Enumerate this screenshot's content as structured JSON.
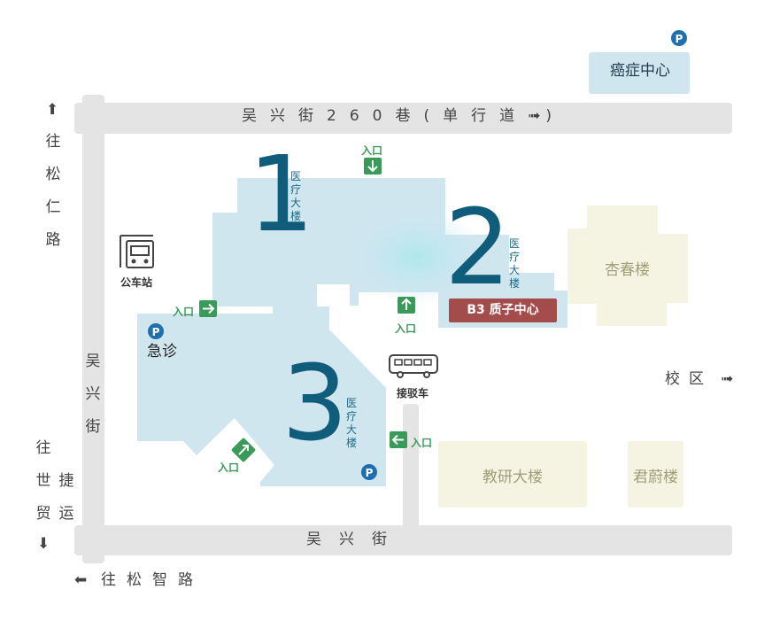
{
  "roads": {
    "top_street": "吴兴街260巷(单行道",
    "top_street_arrow": "➟",
    "top_street_close": ")",
    "bottom_street": "吴兴街",
    "left_street": "吴兴街",
    "to_songren": "往松仁路",
    "to_shijie": "往世贸",
    "to_jieyun": "捷运",
    "to_songzhi": "往松智路",
    "arrow_up": "⬆",
    "arrow_down": "⬇",
    "arrow_left": "⬅"
  },
  "buildings": {
    "b1": {
      "number": "1",
      "label": "医疗大楼"
    },
    "b2": {
      "number": "2",
      "label": "医疗大楼"
    },
    "b3": {
      "number": "3",
      "label": "医疗大楼"
    },
    "proton_center": "B3 质子中心",
    "cancer_center": "癌症中心",
    "xingchun": "杏春楼",
    "jiaoyan": "教研大楼",
    "junwei": "君蔚楼"
  },
  "places": {
    "emergency": "急诊",
    "bus_station": "公车站",
    "shuttle": "接驳车",
    "campus": "校区",
    "campus_arrow": "➟"
  },
  "entrances": {
    "label": "入口",
    "top": "入口",
    "left": "入口",
    "middle": "入口",
    "lower_left": "入口",
    "lower_right": "入口"
  },
  "parking": {
    "symbol": "P"
  },
  "colors": {
    "building_fill": "#cfe6ef",
    "building_text": "#0f5d7a",
    "road": "#e4e4e4",
    "entrance": "#3a9a5a",
    "parking": "#1f6fb0",
    "proton_badge": "#a44b4b",
    "campus_fill": "#f5f3e1",
    "campus_text": "#a09f7a"
  }
}
